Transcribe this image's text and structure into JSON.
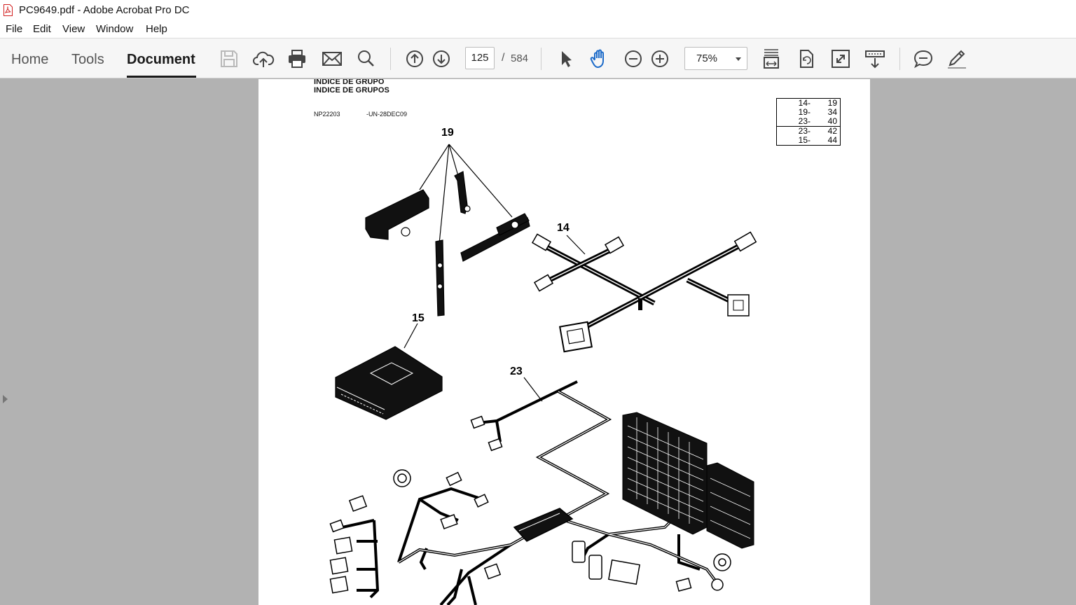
{
  "window": {
    "title": "PC9649.pdf - Adobe Acrobat Pro DC",
    "icon": "pdf-file-icon"
  },
  "menu": [
    "File",
    "Edit",
    "View",
    "Window",
    "Help"
  ],
  "tabs": [
    "Home",
    "Tools",
    "Document"
  ],
  "active_tab": "Document",
  "toolbar": {
    "icons": [
      "save-icon",
      "cloud-upload-icon",
      "print-icon",
      "email-icon",
      "search-icon",
      "previous-page-icon",
      "next-page-icon",
      "select-cursor-icon",
      "hand-tool-icon",
      "zoom-out-icon",
      "zoom-in-icon",
      "fit-page-icon",
      "rotate-icon",
      "full-screen-icon",
      "read-mode-icon",
      "comment-icon",
      "sign-pen-icon"
    ],
    "current_page": "125",
    "page_separator": "/",
    "total_pages": "584",
    "zoom": "75%"
  },
  "colors": {
    "toolbar_bg": "#f6f6f6",
    "canvas_bg": "#b2b2b2",
    "page_bg": "#ffffff",
    "pdf_red": "#d21f1f"
  },
  "document": {
    "heading_line1": "INDICE DE GRUPO",
    "heading_line2": "INDICE DE GRUPOS",
    "ref_code": "NP22203",
    "date_code": "-UN-28DEC09",
    "reference_table": [
      [
        "14-",
        "19"
      ],
      [
        "19-",
        "34"
      ],
      [
        "23-",
        "40"
      ],
      [
        "23-",
        "42"
      ],
      [
        "15-",
        "44"
      ]
    ],
    "callouts": [
      "19",
      "14",
      "15",
      "23"
    ]
  }
}
